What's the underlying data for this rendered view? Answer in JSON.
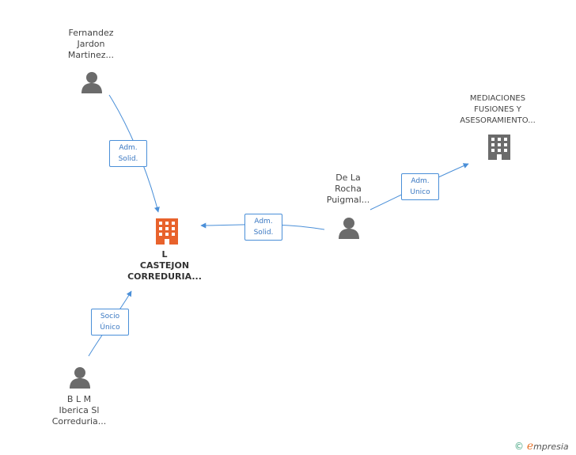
{
  "nodes": {
    "fernandez": {
      "label": "Fernandez\nJardon\nMartinez..."
    },
    "mediaciones": {
      "label": "MEDIACIONES\nFUSIONES Y\nASESORAMIENTO..."
    },
    "delarocha": {
      "label": "De La\nRocha\nPuigmal..."
    },
    "castejon": {
      "label": "L\nCASTEJON\nCORREDURIA..."
    },
    "blm": {
      "label": "B L M\nIberica Sl\nCorreduria..."
    }
  },
  "edges": {
    "fernandez_castejon": {
      "label": "Adm.\nSolid."
    },
    "delarocha_castejon": {
      "label": "Adm.\nSolid."
    },
    "delarocha_mediaciones": {
      "label": "Adm.\nUnico"
    },
    "blm_castejon": {
      "label": "Socio\nÚnico"
    }
  },
  "footer": {
    "copyright": "©",
    "brand_initial": "e",
    "brand_rest": "mpresia"
  },
  "colors": {
    "edge": "#4a8fd8",
    "person": "#6b6b6b",
    "company": "#6b6b6b",
    "focus_company": "#e8622c"
  }
}
